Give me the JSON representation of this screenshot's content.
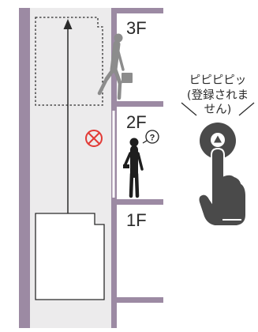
{
  "floors": [
    {
      "label": "3F"
    },
    {
      "label": "2F"
    },
    {
      "label": "1F"
    }
  ],
  "sound": {
    "line1": "ピピピピッ",
    "line2": "(登録されま",
    "line3": "せん)"
  },
  "bubble": {
    "symbol": "?"
  },
  "colors": {
    "wall": "#9c8aa3",
    "shaft": "#ecebec",
    "line": "#2a2a2a",
    "button": "#4a4a4a",
    "no_entry": "#e23a36",
    "person_gray": "#8c8c8c",
    "person_dark": "#1e1e1e"
  },
  "icons": [
    "up-arrow-icon",
    "no-entry-icon",
    "question-icon",
    "call-button-icon",
    "pointing-hand-icon"
  ]
}
